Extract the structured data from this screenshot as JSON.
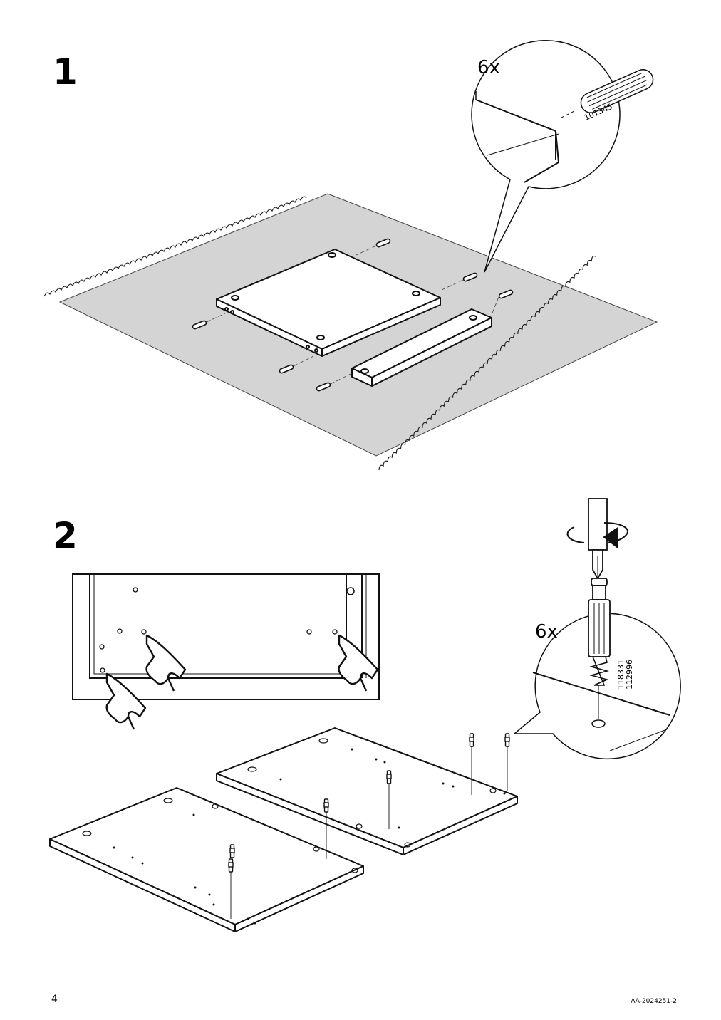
{
  "steps": [
    {
      "number": "1",
      "callout_quantity": "6x",
      "part_number": "101345"
    },
    {
      "number": "2",
      "callout_quantity": "6x",
      "part_numbers": [
        "118331",
        "112996"
      ]
    }
  ],
  "footer": {
    "page_number": "4",
    "document_code": "AA-2024251-2"
  }
}
